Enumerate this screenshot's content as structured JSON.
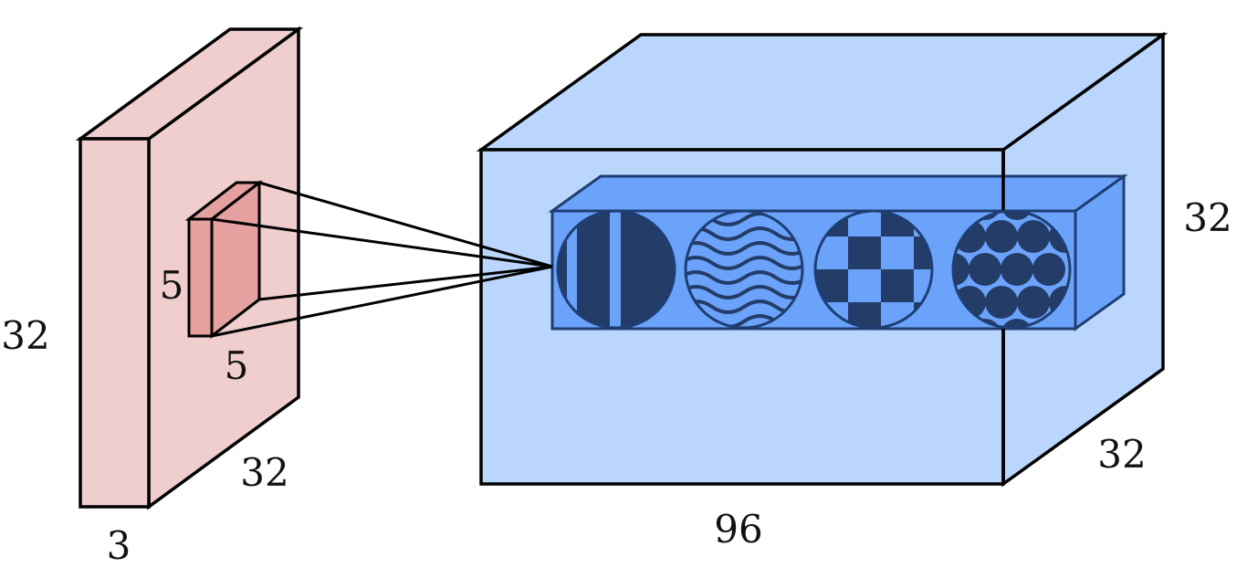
{
  "labels": {
    "input_height": "32",
    "input_width": "32",
    "input_depth": "3",
    "kernel_height": "5",
    "kernel_width": "5",
    "output_height": "32",
    "output_width": "32",
    "output_depth": "96"
  },
  "colors": {
    "input_volume": "#f0cece",
    "kernel": "#e5a0a0",
    "output_volume": "#bad6fc",
    "filter_bank": "#6ba3fb",
    "pattern_dark": "#233c68"
  },
  "filter_patterns": [
    "vertical-stripes-icon",
    "waves-icon",
    "checkerboard-icon",
    "circles-icon"
  ]
}
